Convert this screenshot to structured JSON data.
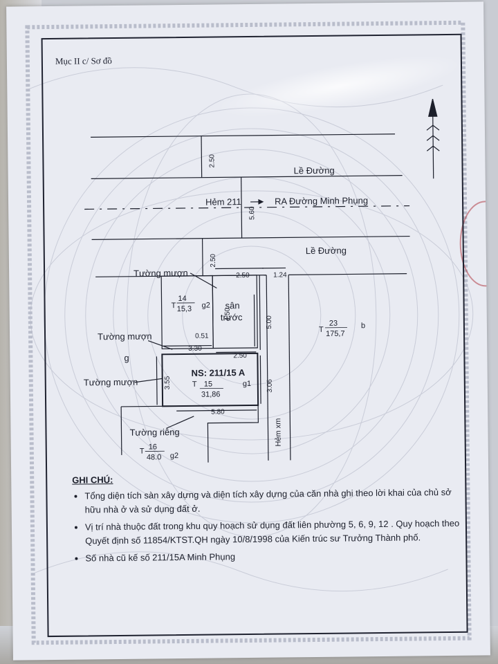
{
  "document": {
    "section_title": "Mục II c/ Sơ đồ",
    "colors": {
      "ink": "#1c1f2b",
      "paper": "#e9ebf2",
      "stamp": "#b03c46"
    }
  },
  "site_plan": {
    "road": {
      "sidewalk_top_label": "Lề Đường",
      "alley_label": "Hẻm 211",
      "direction_label": "RA Đường Minh Phụng",
      "sidewalk_bottom_label": "Lề Đường",
      "sidewalk_top_width": "2.50",
      "road_width": "5.60",
      "sidewalk_bottom_width": "2.50"
    },
    "labels": {
      "borrowed_wall_1": "Tường mượn",
      "borrowed_wall_2": "Tường mượn",
      "borrowed_wall_3": "Tường mượn",
      "private_wall": "Tường riêng",
      "front_yard_line1": "sân",
      "front_yard_line2": "trước",
      "alley_xm": "Hẻm xm",
      "house_number": "NS: 211/15 A",
      "g_marker": "g"
    },
    "dimensions": {
      "yard_width": "2.50",
      "gap_width": "1.24",
      "yard_depth": "4.50",
      "depth_total": "5.00",
      "offset": "0.51",
      "lot_width": "3.30",
      "yard_width_lower": "2.50",
      "lot_depth": "3.55",
      "house_depth": "3.06",
      "rear_width": "5.80"
    },
    "parcels": [
      {
        "prefix": "T",
        "number": "14",
        "area": "15,3",
        "grade": "g2"
      },
      {
        "prefix": "T",
        "number": "15",
        "area": "31,86",
        "grade": "g1"
      },
      {
        "prefix": "T",
        "number": "23",
        "area": "175,7",
        "grade": "b"
      },
      {
        "prefix": "T",
        "number": "16",
        "area": "48.0",
        "grade": "g2"
      }
    ]
  },
  "notes": {
    "heading": "GHI CHÚ:",
    "items": [
      "Tổng diện tích sàn xây dựng và diện tích xây dựng của căn nhà ghi theo lời khai của chủ sở hữu nhà ở và sử dụng đất ở.",
      "Vị trí nhà thuộc đất trong khu quy hoạch sử dụng đất liên phường 5, 6, 9, 12 . Quy hoạch theo Quyết định số 11854/KTST.QH ngày 10/8/1998 của Kiến trúc sư Trưởng Thành phố.",
      "Số nhà cũ kế số 211/15A Minh Phụng"
    ]
  }
}
